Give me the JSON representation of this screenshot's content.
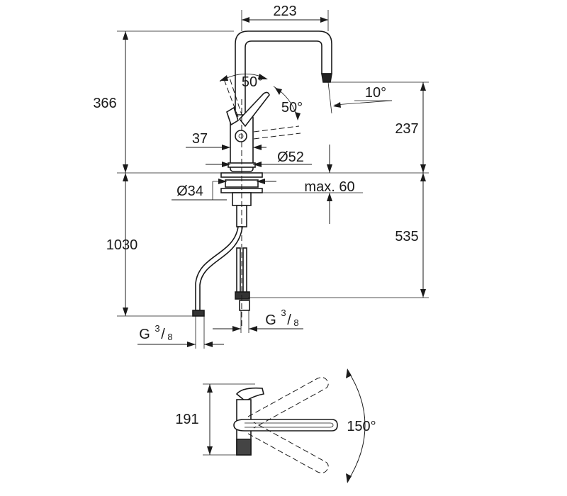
{
  "side_view": {
    "dims": {
      "spout_reach": "223",
      "height_above_deck": "366",
      "handle_angle_up": "50°",
      "handle_angle_side": "50°",
      "spout_tilt": "10°",
      "spout_height": "237",
      "handle_offset": "37",
      "base_diameter": "Ø52",
      "hole_diameter": "Ø34",
      "deck_thickness": "max. 60",
      "hose_length": "1030",
      "below_deck": "535"
    },
    "connections": {
      "left": {
        "prefix": "G",
        "num": "3",
        "den": "8"
      },
      "right": {
        "prefix": "G",
        "num": "3",
        "den": "8"
      }
    }
  },
  "top_view": {
    "dims": {
      "depth": "191",
      "swivel_angle": "150°"
    }
  }
}
